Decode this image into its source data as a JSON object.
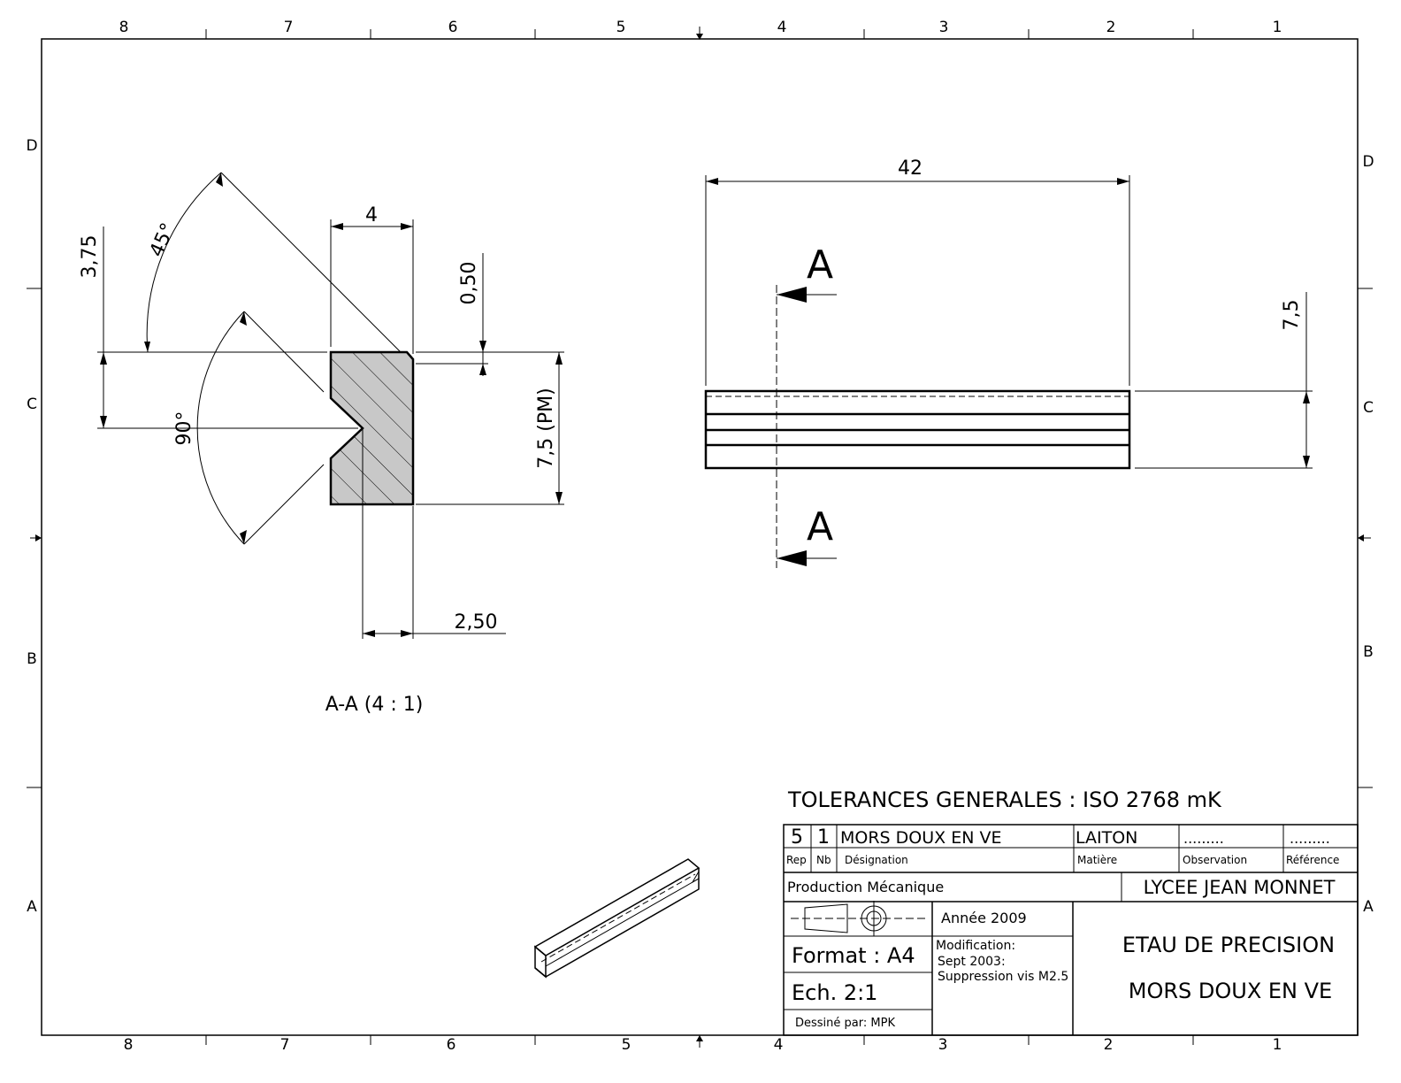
{
  "frame": {
    "columns": [
      "8",
      "7",
      "6",
      "5",
      "4",
      "3",
      "2",
      "1"
    ],
    "rows": [
      "D",
      "C",
      "B",
      "A"
    ]
  },
  "section_view": {
    "label": "A-A (4 : 1)",
    "dims": {
      "angle_45": "45°",
      "angle_90": "90°",
      "depth_375": "3,75",
      "width_4": "4",
      "chamfer_050": "0,50",
      "height_75pm": "7,5 (PM)",
      "offset_250": "2,50"
    }
  },
  "front_view": {
    "length": "42",
    "height": "7,5",
    "cut_label_top": "A",
    "cut_label_bottom": "A"
  },
  "title_block": {
    "tolerances": "TOLERANCES GENERALES : ISO 2768 mK",
    "rep_value": "5",
    "nb_value": "1",
    "designation_value": "MORS DOUX EN VE",
    "matiere_value": "LAITON",
    "observation_value": ".........",
    "reference_value": ".........",
    "rep_header": "Rep",
    "nb_header": "Nb",
    "designation_header": "Désignation",
    "matiere_header": "Matière",
    "observation_header": "Observation",
    "reference_header": "Référence",
    "department": "Production Mécanique",
    "school": "LYCEE JEAN MONNET",
    "year": "Année 2009",
    "format": "Format : A4",
    "scale": "Ech. 2:1",
    "drawn_by": "Dessiné par: MPK",
    "modification_title": "Modification:",
    "modification_date": "Sept 2003:",
    "modification_text": "Suppression vis M2.5",
    "assembly_title": "ETAU DE PRECISION",
    "part_title": "MORS DOUX EN VE"
  }
}
